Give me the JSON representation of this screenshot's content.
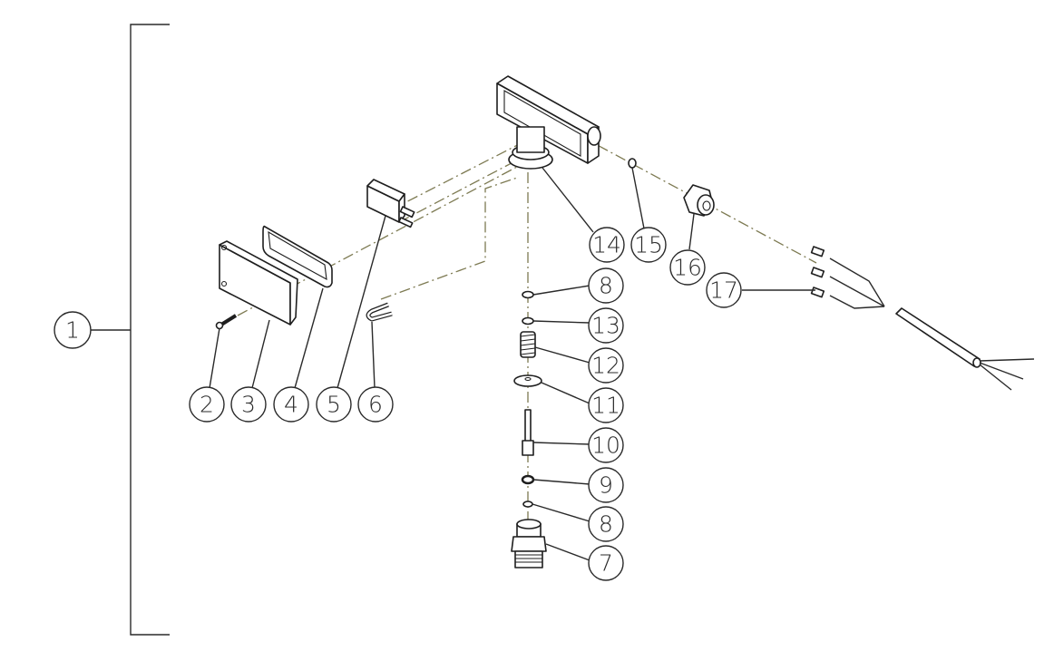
{
  "diagram": {
    "type": "exploded-parts-view",
    "assembly_callout": "1",
    "axis_color": "#7d7a52",
    "line_color": "#2a2a2a",
    "callouts": [
      {
        "id": "1",
        "label": "1",
        "part": "complete assembly (bracket)"
      },
      {
        "id": "2",
        "label": "2",
        "part": "screw"
      },
      {
        "id": "3",
        "label": "3",
        "part": "cover plate"
      },
      {
        "id": "4",
        "label": "4",
        "part": "cover gasket"
      },
      {
        "id": "5",
        "label": "5",
        "part": "micro switch"
      },
      {
        "id": "6",
        "label": "6",
        "part": "U-clip / pin"
      },
      {
        "id": "7",
        "label": "7",
        "part": "threaded fitting"
      },
      {
        "id": "8a",
        "label": "8",
        "part": "washer (upper)"
      },
      {
        "id": "8b",
        "label": "8",
        "part": "washer (lower)"
      },
      {
        "id": "9",
        "label": "9",
        "part": "o-ring"
      },
      {
        "id": "10",
        "label": "10",
        "part": "plunger"
      },
      {
        "id": "11",
        "label": "11",
        "part": "disc"
      },
      {
        "id": "12",
        "label": "12",
        "part": "spring"
      },
      {
        "id": "13",
        "label": "13",
        "part": "washer"
      },
      {
        "id": "14",
        "label": "14",
        "part": "switch housing"
      },
      {
        "id": "15",
        "label": "15",
        "part": "small washer"
      },
      {
        "id": "16",
        "label": "16",
        "part": "cable gland nut"
      },
      {
        "id": "17",
        "label": "17",
        "part": "cable with terminals"
      }
    ]
  }
}
